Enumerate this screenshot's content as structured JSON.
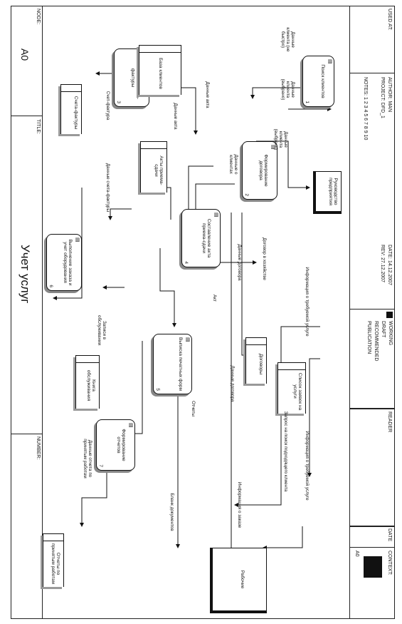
{
  "header": {
    "used_at": "USED AT:",
    "author": "AUTHOR:  MAN",
    "project": "PROJECT:  DFD_1",
    "notes": "NOTES:  1  2  3  4  5  6  7  8  9  10",
    "date": "DATE:  14.12.2007",
    "rev": "REV:     27.12.2007",
    "status": [
      "WORKING",
      "DRAFT",
      "RECOMMENDED",
      "PUBLICATION"
    ],
    "reader": "READER",
    "date2": "DATE",
    "context": "CONTEXT:",
    "context_code": "A0"
  },
  "footer": {
    "node_label": "NODE:",
    "node_value": "A0",
    "title_label": "TITLE:",
    "title_value": "Учет услуг",
    "number_label": "NUMBER:"
  },
  "externals": {
    "client": "Рабочие",
    "manager": "Руководство предприятия"
  },
  "processes": {
    "p1": {
      "label": "Поиск клиентов",
      "num": "1"
    },
    "p2": {
      "label": "Формирование договора",
      "num": "2"
    },
    "p3": {
      "label": "Составление счета-фактуры",
      "num": "3"
    },
    "p4": {
      "label": "Составление акта приема-сдачи",
      "num": "4"
    },
    "p5": {
      "label": "Выписка печатных форм",
      "num": "5"
    },
    "p6": {
      "label": "Выполнение заказа и учет оборудования",
      "num": "6"
    },
    "p7": {
      "label": "Формирование отчетов",
      "num": "7"
    }
  },
  "stores": {
    "s1": "База клиентов",
    "s2": "Счета-фактуры",
    "s3": "Акты приема-сдачи",
    "s4": "Договоры",
    "s5": "Книга обслуживания",
    "s6": "Список заявок на услуги",
    "s7": "Отчеты по принятым работам"
  },
  "flows": {
    "f1": "Данные клиента (не быстро)",
    "f2": "Данные клиента (выбрано)",
    "f3": "Данные клиента (выбрано)",
    "f4": "Данные акта",
    "f5": "Счет-фактура",
    "f6": "Данные счета-фактуры",
    "f7": "Договор в хозяйстве",
    "f8": "Данные о клиентах",
    "f9": "Данные договора",
    "f10": "Акт",
    "f11": "Данные договора",
    "f12": "Отчеты",
    "f13": "Данные отчета по принятым работам",
    "f14": "Бланк документов",
    "f15": "Информация о заказе",
    "f16": "Запрос на поиск подходящего клиента",
    "f17": "Информация о требуемой услуге",
    "f18": "Информация о требуемой услуге",
    "f19": "Записи в обслуживании",
    "f20": "Данные акта"
  }
}
